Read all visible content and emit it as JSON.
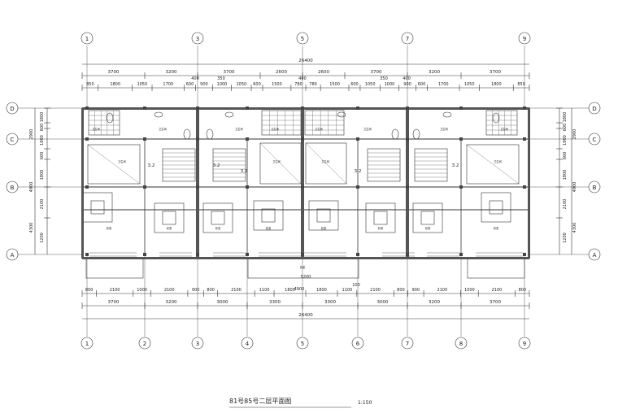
{
  "title": "81号85号二层平面图",
  "scale": "1:150",
  "axes_top": [
    "1",
    "3",
    "5",
    "7",
    "9"
  ],
  "axes_bottom": [
    "1",
    "2",
    "3",
    "4",
    "5",
    "6",
    "7",
    "8",
    "9"
  ],
  "axes_left": [
    "D",
    "C",
    "B",
    "A"
  ],
  "axes_right": [
    "D",
    "C",
    "B",
    "A"
  ],
  "dims_top_total": "26400",
  "dims_top_row1": [
    "3700",
    "3200",
    "3700",
    "2600",
    "2600",
    "3700",
    "3200",
    "3700"
  ],
  "dims_top_row2": [
    "850",
    "1800",
    "1050",
    "1700",
    "600",
    "900",
    "1000",
    "1050",
    "600",
    "1500",
    "780",
    "780",
    "1500",
    "600",
    "1050",
    "1000",
    "900",
    "600",
    "1700",
    "1050",
    "1800",
    "850"
  ],
  "dims_top_extra": [
    "400",
    "350",
    "400",
    "350",
    "400"
  ],
  "dims_bottom_row1": [
    "800",
    "2100",
    "1000",
    "2100",
    "900",
    "800",
    "2100",
    "1100",
    "1800",
    "1800",
    "1100",
    "2100",
    "800",
    "900",
    "2100",
    "1000",
    "2100",
    "800"
  ],
  "dims_bottom_row2": [
    "3700",
    "3200",
    "3000",
    "3300",
    "3300",
    "3000",
    "3200",
    "3700"
  ],
  "dims_bottom_total": "26400",
  "dims_bottom_extra": [
    "100",
    "4900"
  ],
  "dims_left": [
    "1800",
    "600",
    "1900",
    "600",
    "1800",
    "2100",
    "1200"
  ],
  "dims_left_sub": [
    "2900",
    "4900",
    "4300"
  ],
  "dims_right": [
    "1800",
    "600",
    "1900",
    "600",
    "1800",
    "2100",
    "1200"
  ],
  "dims_right_sub": [
    "2900",
    "4900",
    "4300"
  ],
  "room_labels": [
    "卫生间",
    "卫生间",
    "卫生间",
    "卫生间",
    "卫生间",
    "卫生间",
    "卫生间",
    "卫生间",
    "卫生间",
    "卫生间",
    "卫生间",
    "卫生间",
    "卧室",
    "卧室",
    "卧室",
    "卧室",
    "卧室",
    "卧室",
    "卧室",
    "卧室",
    "卧室"
  ],
  "level_marks": [
    "3.2",
    "3.2",
    "3.2",
    "3.2",
    "3.2"
  ]
}
